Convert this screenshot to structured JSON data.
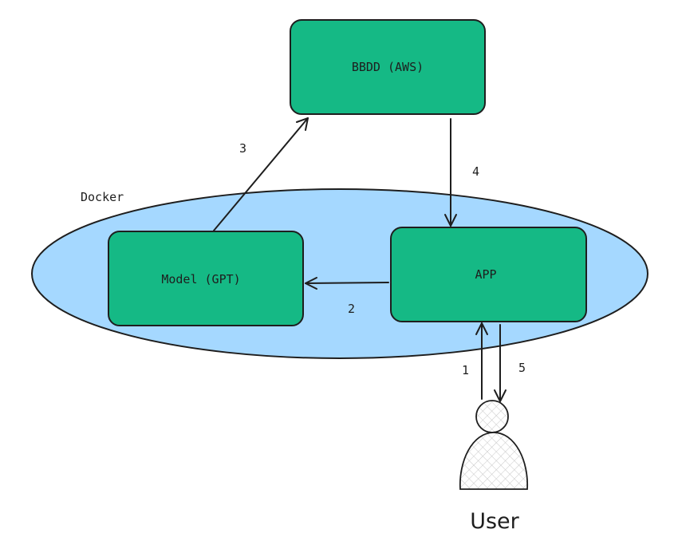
{
  "colors": {
    "box_fill": "#15b985",
    "ellipse_fill": "#a5d8ff",
    "stroke": "#1e1e1e"
  },
  "group": {
    "label": "Docker"
  },
  "nodes": {
    "bbdd": {
      "label": "BBDD (AWS)"
    },
    "model": {
      "label": "Model (GPT)"
    },
    "app": {
      "label": "APP"
    }
  },
  "edges": {
    "e1": {
      "label": "1"
    },
    "e2": {
      "label": "2"
    },
    "e3": {
      "label": "3"
    },
    "e4": {
      "label": "4"
    },
    "e5": {
      "label": "5"
    }
  },
  "actor": {
    "label": "User",
    "icon": "user-icon"
  }
}
